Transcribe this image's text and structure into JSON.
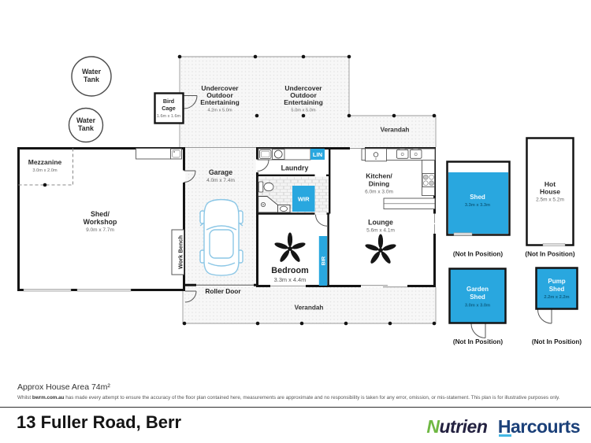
{
  "colors": {
    "accent_blue": "#29a7df",
    "wall_black": "#141414",
    "brand_green": "#6fb843",
    "brand_navy": "#232140",
    "brand_blue": "#1b4079",
    "underline_blue": "#44b8e4"
  },
  "outdoor": {
    "water_tank": {
      "l1": "Water",
      "l2": "Tank"
    },
    "bird_cage": {
      "l1": "Bird",
      "l2": "Cage",
      "dims": "1.6m x 1.6m"
    },
    "entertaining_left": {
      "l1": "Undercover",
      "l2": "Outdoor",
      "l3": "Entertaining",
      "dims": "4.2m x 5.0m"
    },
    "entertaining_right": {
      "l1": "Undercover",
      "l2": "Outdoor",
      "l3": "Entertaining",
      "dims": "5.0m x 5.0m"
    },
    "verandah_top": "Verandah",
    "verandah_bottom": "Verandah"
  },
  "shed_workshop": {
    "mezzanine": {
      "name": "Mezzanine",
      "dims": "3.0m x 2.0m"
    },
    "name_l1": "Shed/",
    "name_l2": "Workshop",
    "dims": "9.0m x 7.7m",
    "work_bench": "Work Bench"
  },
  "garage": {
    "name": "Garage",
    "dims": "4.0m x 7.4m",
    "roller_door": "Roller Door"
  },
  "house": {
    "laundry": "Laundry",
    "lin": "LIN",
    "wir": "WIR",
    "bir": "BIR",
    "kitchen": {
      "l1": "Kitchen/",
      "l2": "Dining",
      "dims": "6.0m x 3.0m"
    },
    "lounge": {
      "name": "Lounge",
      "dims": "5.6m x 4.1m"
    },
    "bedroom": {
      "name": "Bedroom",
      "dims": "3.3m x 4.4m"
    }
  },
  "outbuildings": {
    "shed": {
      "name": "Shed",
      "dims": "3.3m x 3.3m",
      "note": "(Not In Position)"
    },
    "hot_house": {
      "l1": "Hot",
      "l2": "House",
      "dims": "2.5m x 5.2m",
      "note": "(Not In Position)"
    },
    "garden_shed": {
      "l1": "Garden",
      "l2": "Shed",
      "dims": "3.0m x 3.0m",
      "note": "(Not In Position)"
    },
    "pump_shed": {
      "l1": "Pump",
      "l2": "Shed",
      "dims": "2.2m x 2.2m",
      "note": "(Not In Position)"
    }
  },
  "footer": {
    "area": "Approx House Area 74m²",
    "disclaimer_prefix": "Whilst",
    "disclaimer_bold": "bwrm.com.au",
    "disclaimer_rest": "has made every attempt to ensure the accuracy of the floor plan contained here, measurements are approximate and no responsibility is taken for any error, omission, or mis-statement. This plan is for illustrative purposes only.",
    "address": "13 Fuller Road, Berr",
    "brand_nutrien": "Nutrien",
    "brand_harcourts": "Harcourts"
  }
}
